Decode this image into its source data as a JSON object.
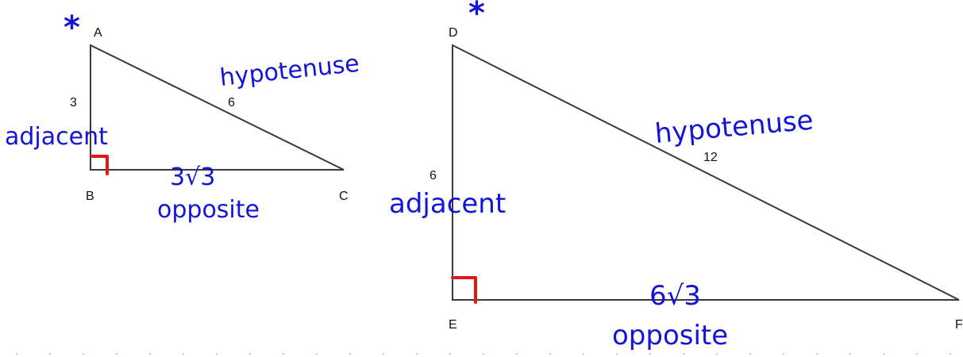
{
  "colors": {
    "ink": "#1414d8",
    "right_angle_mark": "#e01818",
    "triangle_stroke": "#3a3a3a"
  },
  "triangle_small": {
    "vertices": {
      "a": "A",
      "b": "B",
      "c": "C"
    },
    "sides": {
      "ab": "3",
      "ac": "6"
    },
    "annotations": {
      "star": "*",
      "adjacent": "adjacent",
      "hypotenuse": "hypotenuse",
      "opposite_value": "3√3",
      "opposite": "opposite"
    }
  },
  "triangle_large": {
    "vertices": {
      "d": "D",
      "e": "E",
      "f": "F"
    },
    "sides": {
      "de": "6",
      "df": "12"
    },
    "annotations": {
      "star": "*",
      "adjacent": "adjacent",
      "hypotenuse": "hypotenuse",
      "opposite_value": "6√3",
      "opposite": "opposite"
    }
  }
}
